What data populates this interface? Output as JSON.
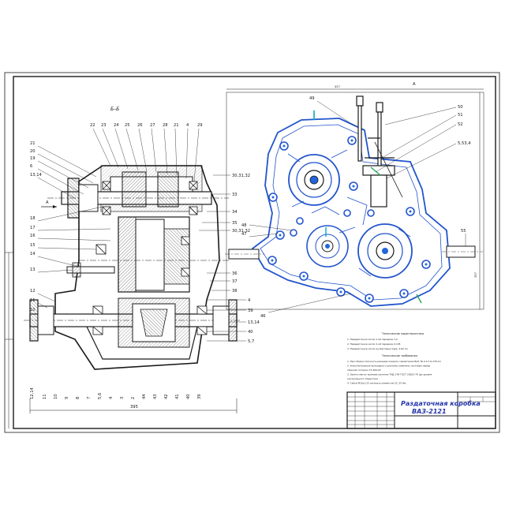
{
  "section_title": "Б–Б",
  "view_arrow": "А",
  "dims": {
    "left_width": "395",
    "right_width": "427",
    "right_top": "А",
    "right_height": "397"
  },
  "left_top_labels": [
    "22",
    "23",
    "24",
    "25",
    "26",
    "27",
    "28",
    "21",
    "4",
    "29"
  ],
  "left_side_labels": [
    "21",
    "20",
    "19",
    "6",
    "13,14",
    "18",
    "17",
    "16",
    "15",
    "14",
    "13",
    "12",
    "11",
    "10"
  ],
  "left_right_labels": [
    "30,31,32",
    "33",
    "34",
    "35",
    "30,31,32",
    "36",
    "37",
    "38",
    "4",
    "39",
    "13,14",
    "40",
    "5,7"
  ],
  "left_bottom_labels": [
    "12,14",
    "11",
    "10",
    "9",
    "8",
    "7",
    "5,6",
    "4",
    "3",
    "2",
    "44",
    "43",
    "42",
    "41",
    "40",
    "39"
  ],
  "right_labels": [
    "49",
    "50",
    "51",
    "52",
    "5,53,4",
    "47",
    "48",
    "55",
    "46"
  ],
  "notes": {
    "specs_title": "Технические характеристики",
    "specs": [
      "1. Передаточное число 1-ой передачи        1,2",
      "2. Передаточное число 2-ой передачи        2,135",
      "3. Передаточное число на бортовых пере.    3,62 тм"
    ],
    "req_title": "Технические требования",
    "reqs": [
      "1. При сборке плоскость разъема покрыть герметиком ВАЗ. № 2.0-7-0-276-14",
      "2. Уплотнительные прокладки и шплинты заменить на новые перед",
      "   сборкой согласно ТУ 400-03",
      "3. Залить масло трансмиссионное ТАД-17И ГОСТ 23652-79 (до уровня",
      "   контрольного отверстия)",
      "4. Гайки М10х1,25 затянуть моментом 22..25 Нм."
    ]
  },
  "title_block": {
    "title": "Раздаточная коробка",
    "model": "ВАЗ-2121"
  },
  "colors": {
    "line": "#1a1a1a",
    "hatch": "#333333",
    "accent": "#2266dd",
    "cyan": "#00aacc",
    "green": "#22aa55"
  }
}
